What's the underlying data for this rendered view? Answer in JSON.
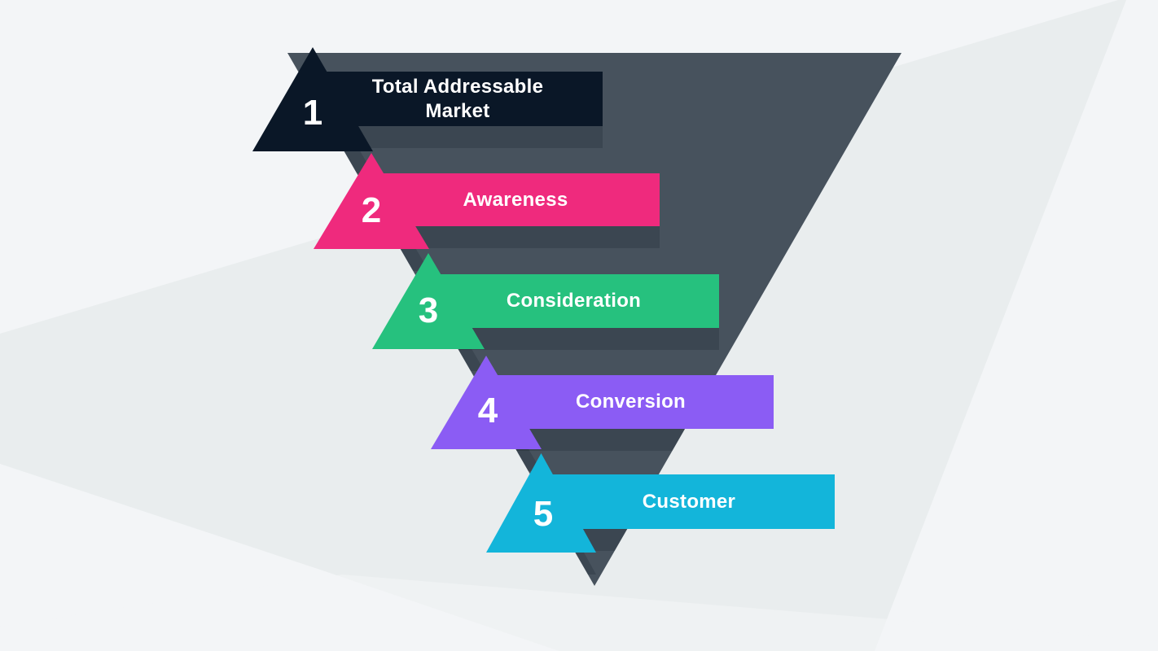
{
  "funnel": {
    "stages": [
      {
        "number": "1",
        "label": "Total Addressable Market",
        "color": "#0a1727"
      },
      {
        "number": "2",
        "label": "Awareness",
        "color": "#ef2a7d"
      },
      {
        "number": "3",
        "label": "Consideration",
        "color": "#26c17e"
      },
      {
        "number": "4",
        "label": "Conversion",
        "color": "#8b5cf4"
      },
      {
        "number": "5",
        "label": "Customer",
        "color": "#13b5da"
      }
    ],
    "colors": {
      "page_background": "#e9edee",
      "background_highlight": "#f3f5f7",
      "funnel_triangle": "#47525d",
      "cast_shadow": "rgba(8,18,28,0.18)",
      "text": "#ffffff"
    }
  }
}
